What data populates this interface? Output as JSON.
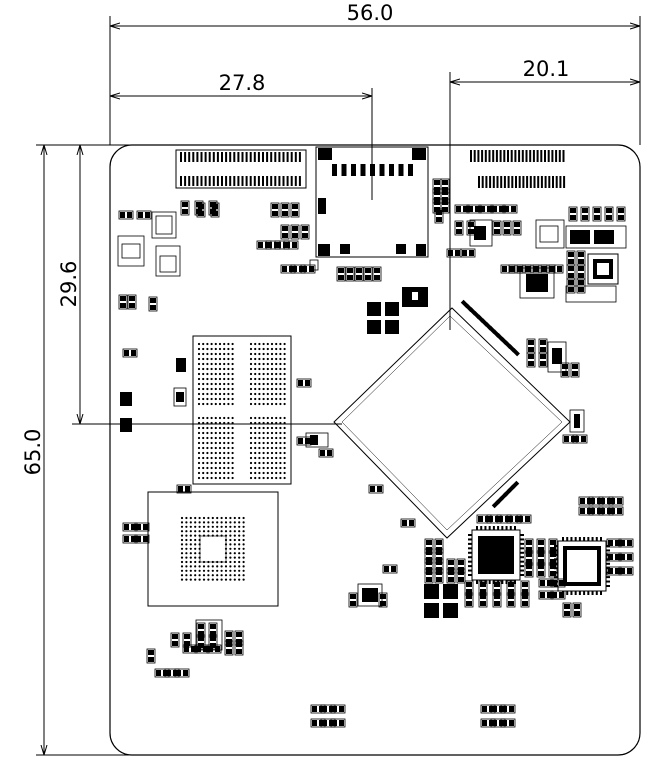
{
  "drawing": {
    "dimensions": {
      "overall_width": "56.0",
      "offset_left": "27.8",
      "offset_right": "20.1",
      "overall_height": "65.0",
      "offset_vertical": "29.6"
    },
    "colors": {
      "line": "#000000",
      "background": "#ffffff"
    }
  }
}
